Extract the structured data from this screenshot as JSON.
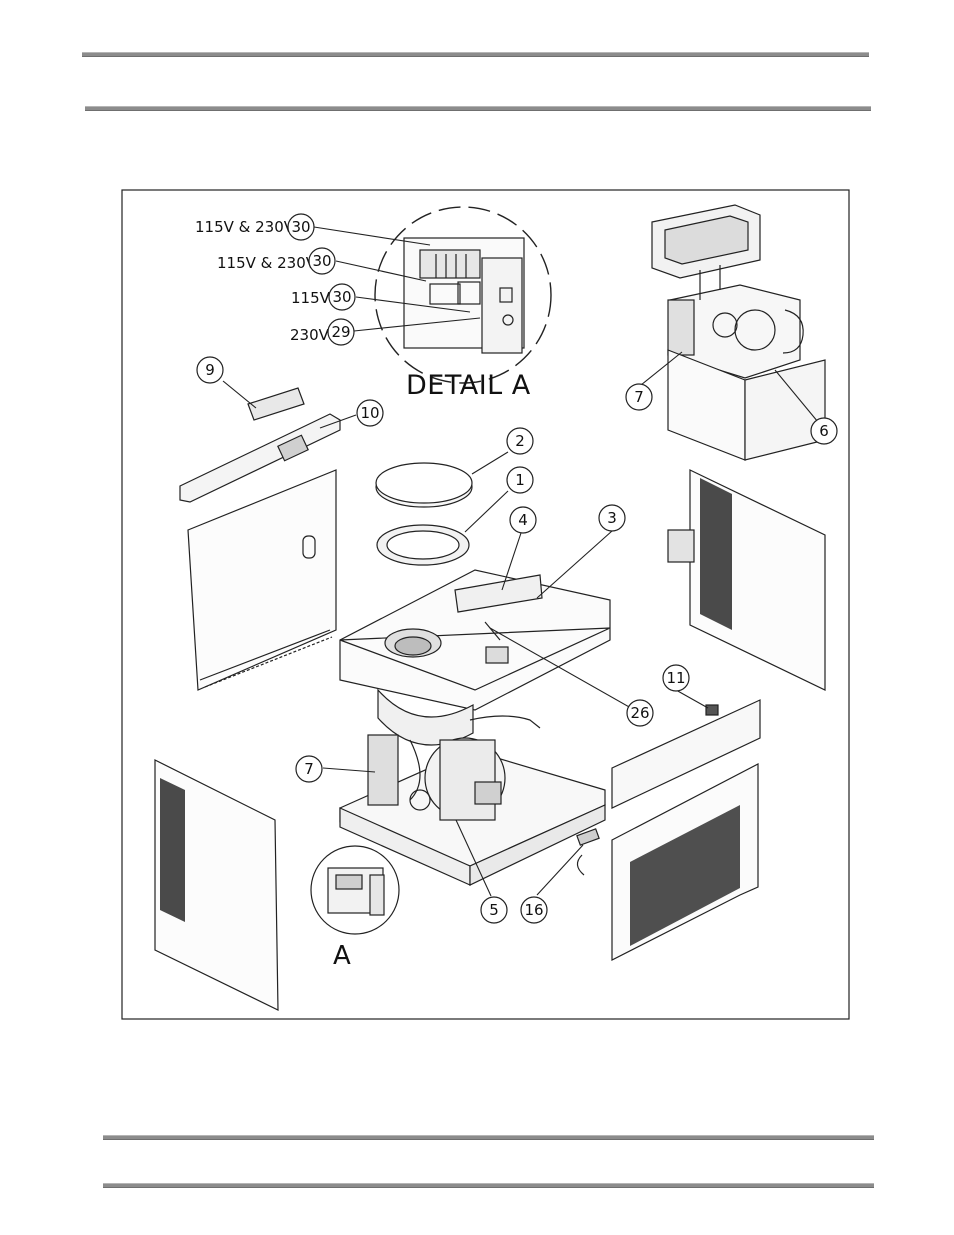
{
  "callouts": {
    "c30a": "30",
    "c30b": "30",
    "c30c": "30",
    "c29": "29",
    "c9": "9",
    "c10": "10",
    "c2": "2",
    "c1": "1",
    "c4": "4",
    "c3": "3",
    "c26": "26",
    "c11": "11",
    "c7a": "7",
    "c6": "6",
    "c7b": "7",
    "c5": "5",
    "c16": "16"
  },
  "voltage_labels": {
    "v1": "115V & 230V",
    "v2": "115V & 230V",
    "v3": "115V",
    "v4": "230V"
  },
  "detail_title": "DETAIL A",
  "detail_marker": "A"
}
